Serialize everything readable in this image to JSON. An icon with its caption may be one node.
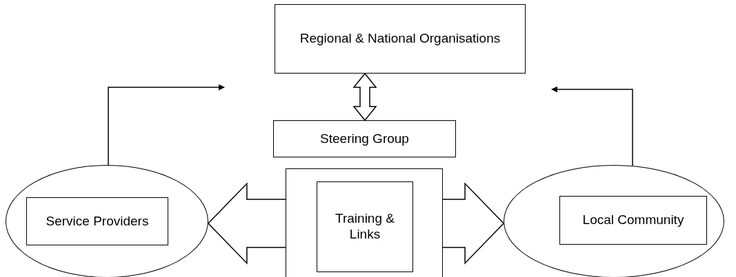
{
  "diagram": {
    "nodes": [
      {
        "text": [
          "Regional & National Organisations"
        ]
      },
      {
        "text": [
          "Steering Group"
        ]
      },
      {
        "text": [],
        "shape": "box"
      },
      {
        "text": [
          "Training & Links"
        ],
        "in": 2
      },
      {
        "text": [],
        "shape": "circle"
      },
      {
        "text": [
          "Service Providers"
        ],
        "in": 4
      },
      {
        "text": [],
        "shape": "circle"
      },
      {
        "text": [
          "Local Community"
        ],
        "in": 6
      }
    ],
    "edges": [
      {
        "from": 0,
        "to": 1,
        "arrow": "both"
      },
      {
        "from": 2,
        "to": 4,
        "arrow": "to"
      },
      {
        "from": 2,
        "to": 6,
        "arrow": "to"
      },
      {
        "from": 4,
        "to": null,
        "arrow": "to"
      },
      {
        "from": 6,
        "to": null,
        "arrow": "to"
      }
    ]
  }
}
